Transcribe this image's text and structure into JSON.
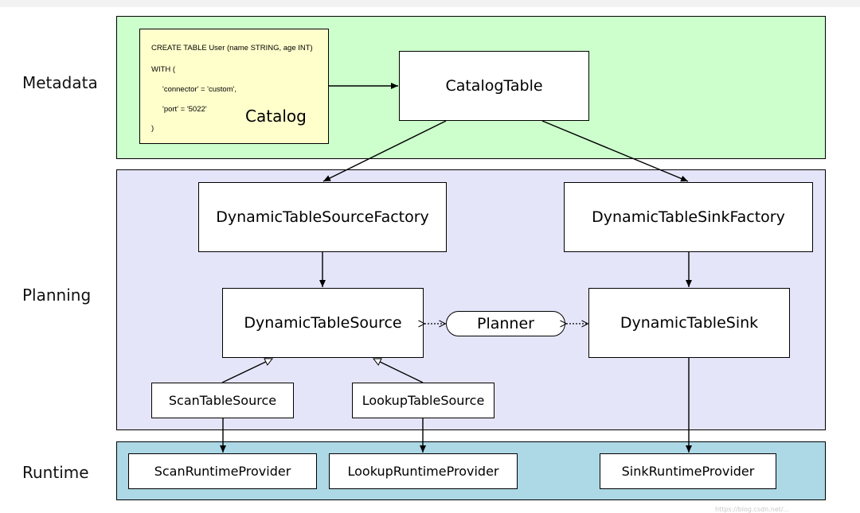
{
  "lanes": {
    "metadata": "Metadata",
    "planning": "Planning",
    "runtime": "Runtime"
  },
  "sql": {
    "lines": [
      "CREATE TABLE User (name STRING, age INT)",
      "WITH (",
      "'connector' = 'custom',",
      "'port' = '5022'",
      ")"
    ],
    "catalog_label": "Catalog"
  },
  "nodes": {
    "catalog_table": "CatalogTable",
    "source_factory": "DynamicTableSourceFactory",
    "sink_factory": "DynamicTableSinkFactory",
    "source": "DynamicTableSource",
    "sink": "DynamicTableSink",
    "planner": "Planner",
    "scan_source": "ScanTableSource",
    "lookup_source": "LookupTableSource",
    "scan_provider": "ScanRuntimeProvider",
    "lookup_provider": "LookupRuntimeProvider",
    "sink_provider": "SinkRuntimeProvider"
  },
  "watermark": "https://blog.csdn.net/..."
}
